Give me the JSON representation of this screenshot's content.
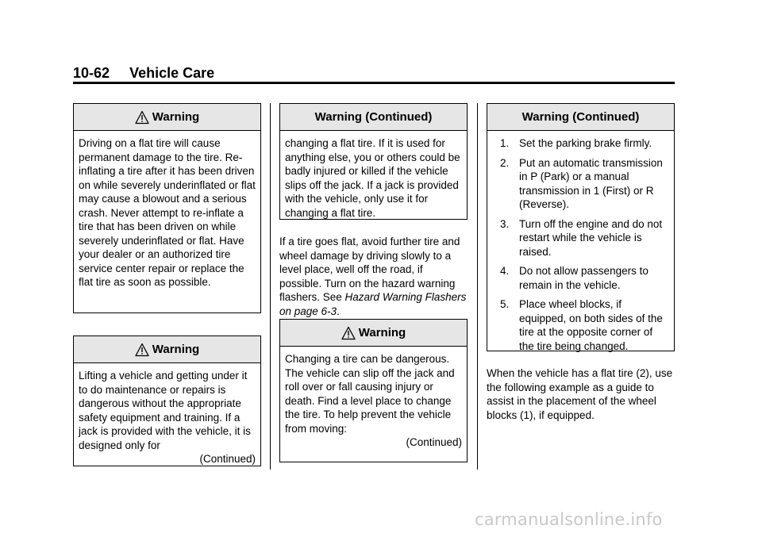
{
  "header": {
    "page_number": "10-62",
    "section_title": "Vehicle Care"
  },
  "col1": {
    "warning1": {
      "title": "Warning",
      "body": "Driving on a flat tire will cause permanent damage to the tire. Re-inflating a tire after it has been driven on while severely underinflated or flat may cause a blowout and a serious crash. Never attempt to re-inflate a tire that has been driven on while severely underinflated or flat. Have your dealer or an authorized tire service center repair or replace the flat tire as soon as possible."
    },
    "warning2": {
      "title": "Warning",
      "body": "Lifting a vehicle and getting under it to do maintenance or repairs is dangerous without the appropriate safety equipment and training. If a jack is provided with the vehicle, it is designed only for",
      "continued": "(Continued)"
    }
  },
  "col2": {
    "warning_cont": {
      "title": "Warning  (Continued)",
      "body": "changing a flat tire. If it is used for anything else, you or others could be badly injured or killed if the vehicle slips off the jack. If a jack is provided with the vehicle, only use it for changing a flat tire."
    },
    "paragraph": {
      "text": "If a tire goes flat, avoid further tire and wheel damage by driving slowly to a level place, well off the road, if possible. Turn on the hazard warning flashers. See ",
      "link": "Hazard Warning Flashers on page 6-3",
      "tail": "."
    },
    "warning3": {
      "title": "Warning",
      "body": "Changing a tire can be dangerous. The vehicle can slip off the jack and roll over or fall causing injury or death. Find a level place to change the tire. To help prevent the vehicle from moving:",
      "continued": "(Continued)"
    }
  },
  "col3": {
    "warning_cont": {
      "title": "Warning  (Continued)",
      "steps": [
        {
          "num": "1.",
          "text": "Set the parking brake firmly."
        },
        {
          "num": "2.",
          "text": "Put an automatic transmission in P (Park) or a manual transmission in 1 (First) or R (Reverse)."
        },
        {
          "num": "3.",
          "text": "Turn off the engine and do not restart while the vehicle is raised."
        },
        {
          "num": "4.",
          "text": "Do not allow passengers to remain in the vehicle."
        },
        {
          "num": "5.",
          "text": "Place wheel blocks, if equipped, on both sides of the tire at the opposite corner of the tire being changed."
        }
      ]
    },
    "paragraph": "When the vehicle has a flat tire (2), use the following example as a guide to assist in the placement of the wheel blocks (1), if equipped."
  },
  "watermark": "carmanualsonline.info",
  "icons": {
    "warning": "warning-triangle-icon"
  }
}
